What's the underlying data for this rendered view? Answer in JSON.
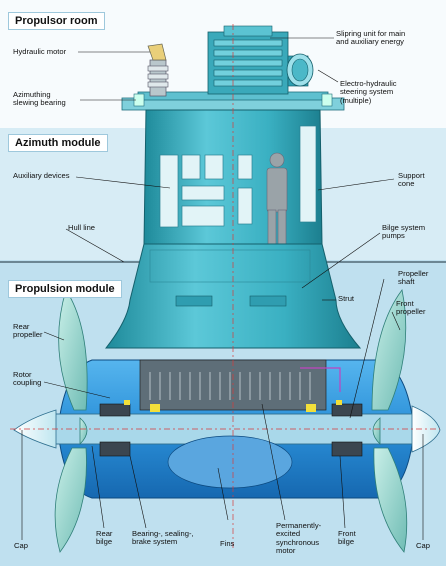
{
  "sections": {
    "propulsor_room": "Propulsor room",
    "azimuth_module": "Azimuth module",
    "propulsion_module": "Propulsion module"
  },
  "labels": {
    "hydraulic_motor": "Hydraulic motor",
    "azimuthing_bearing_1": "Azimuthing",
    "azimuthing_bearing_2": "slewing bearing",
    "slipring_1": "Slipring unit for main",
    "slipring_2": "and auxiliary energy",
    "electro_1": "Electro-hydraulic",
    "electro_2": "steering system",
    "electro_3": "(multiple)",
    "auxiliary_devices": "Auxiliary devices",
    "support_cone_1": "Support",
    "support_cone_2": "cone",
    "hull_line": "Hull line",
    "bilge_pumps_1": "Bilge system",
    "bilge_pumps_2": "pumps",
    "propeller_shaft_1": "Propeller",
    "propeller_shaft_2": "shaft",
    "strut": "Strut",
    "front_propeller_1": "Front",
    "front_propeller_2": "propeller",
    "rear_propeller_1": "Rear",
    "rear_propeller_2": "propeller",
    "rotor_coupling_1": "Rotor",
    "rotor_coupling_2": "coupling",
    "cap_left": "Cap",
    "rear_bilge_1": "Rear",
    "rear_bilge_2": "bilge",
    "bearing_1": "Bearing-, sealing-,",
    "bearing_2": "brake system",
    "fins": "Fins",
    "motor_1": "Permanently-",
    "motor_2": "excited",
    "motor_3": "synchronous",
    "motor_4": "motor",
    "front_bilge_1": "Front",
    "front_bilge_2": "bilge",
    "cap_right": "Cap"
  },
  "colors": {
    "body_teal": "#3fb4c6",
    "body_dark": "#1f8797",
    "pod_blue": "#2a8fd8",
    "propeller": "#8fd0c8"
  }
}
